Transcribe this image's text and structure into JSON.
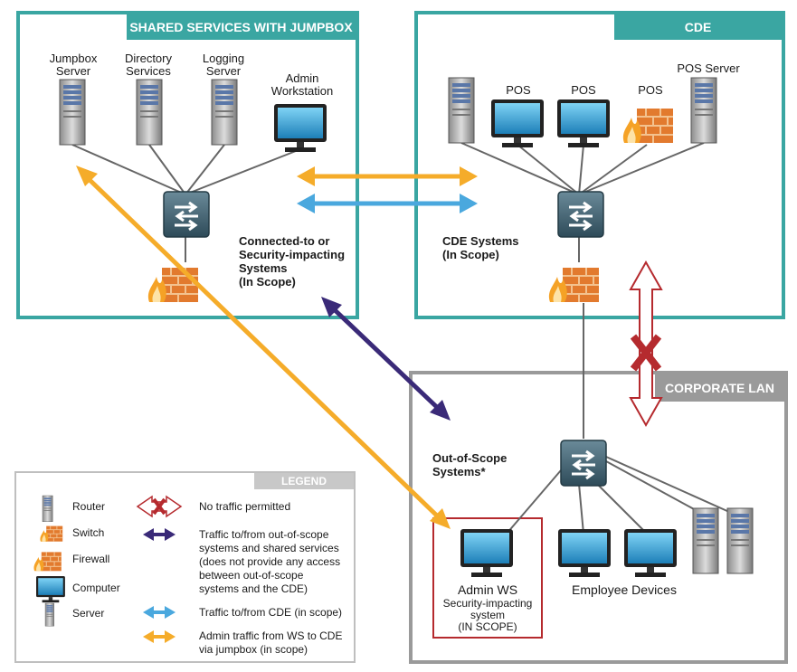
{
  "zones": {
    "shared": {
      "title": "SHARED SERVICES WITH JUMPBOX",
      "color": "#3aa6a2"
    },
    "cde": {
      "title": "CDE",
      "color": "#3aa6a2"
    },
    "corporate": {
      "title": "CORPORATE LAN",
      "color": "#9a9a9a"
    }
  },
  "shared_devices": {
    "jumpbox": "Jumpbox\nServer",
    "directory": "Directory\nServices",
    "logging": "Logging\nServer",
    "admin_ws": "Admin\nWorkstation"
  },
  "cde_devices": {
    "pos1": "POS",
    "pos2": "POS",
    "pos3": "POS",
    "pos_server": "POS Server"
  },
  "labels": {
    "connected": "Connected-to or\nSecurity-impacting\nSystems\n(In Scope)",
    "cde_systems": "CDE Systems\n(In Scope)",
    "out_of_scope": "Out-of-Scope\nSystems*",
    "employee_devices": "Employee Devices"
  },
  "admin_box": {
    "title": "Admin WS",
    "subtitle": "Security-impacting\nsystem\n(IN SCOPE)",
    "border_color": "#b52a2e"
  },
  "legend": {
    "title": "LEGEND",
    "devices": [
      "Router",
      "Switch",
      "Firewall",
      "Computer",
      "Server"
    ],
    "arrows": [
      {
        "text": "No traffic permitted",
        "color": "#b52a2e"
      },
      {
        "text": "Traffic to/from out-of-scope\nsystems and shared services\n(does not provide any access\nbetween out-of-scope\nsystems and the CDE)",
        "color": "#3a2a78"
      },
      {
        "text": "Traffic to/from CDE (in scope)",
        "color": "#4aa8de"
      },
      {
        "text": "Admin traffic from WS to CDE\nvia jumpbox (in scope)",
        "color": "#f5ac2a"
      }
    ]
  },
  "colors": {
    "orange": "#f5ac2a",
    "blue": "#4aa8de",
    "purple": "#3a2a78",
    "red": "#b52a2e",
    "teal": "#3aa6a2",
    "gray": "#9a9a9a"
  }
}
